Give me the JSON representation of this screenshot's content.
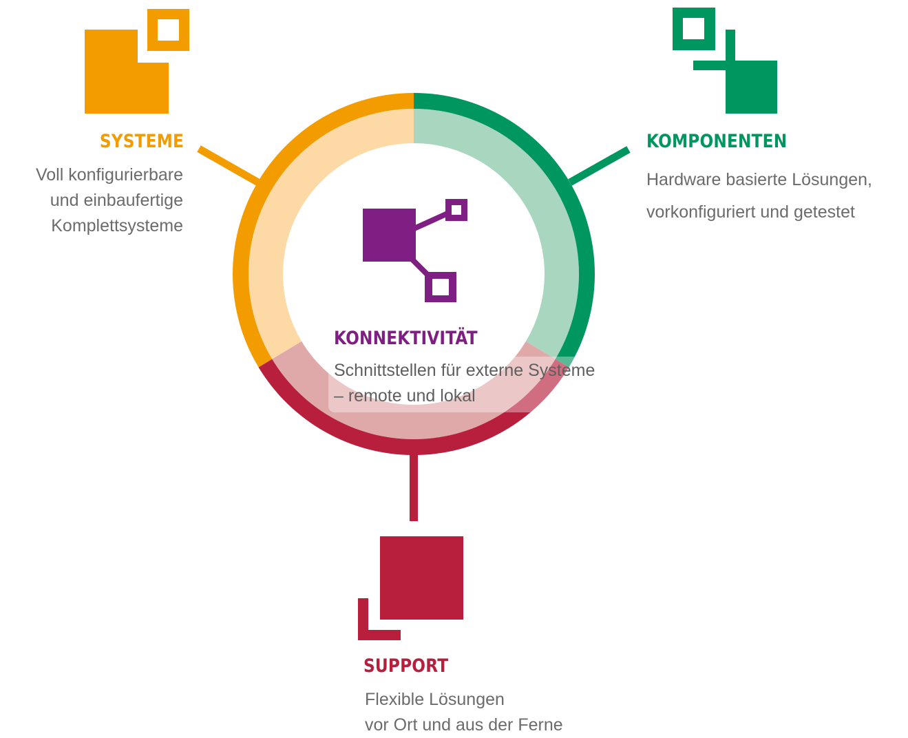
{
  "colors": {
    "systeme": "#f39c00",
    "systeme_light": "#fdd9a6",
    "komponenten": "#009660",
    "komponenten_light": "#a8d6bf",
    "konnektivitaet": "#7f1f83",
    "support": "#b71f3d",
    "support_light": "#e0a9a9",
    "text": "#6b6b6b"
  },
  "icons": {
    "systeme": "squares-overlap-icon",
    "komponenten": "squares-crosshair-icon",
    "konnektivitaet": "network-nodes-icon",
    "support": "squares-corner-icon"
  },
  "segments": [
    {
      "id": "systeme",
      "title": "SYSTEME",
      "lines": [
        "Voll konfigurierbare",
        "und einbaufertige",
        "Komplettsysteme"
      ]
    },
    {
      "id": "komponenten",
      "title": "KOMPONENTEN",
      "lines": [
        "Hardware basierte Lösungen,",
        "vorkonfiguriert und getestet"
      ]
    },
    {
      "id": "support",
      "title": "SUPPORT",
      "lines": [
        "Flexible Lösungen",
        "vor Ort und aus der Ferne"
      ]
    }
  ],
  "center": {
    "title": "KONNEKTIVITÄT",
    "lines": [
      "Schnittstellen für externe Systeme",
      "– remote und lokal"
    ]
  }
}
